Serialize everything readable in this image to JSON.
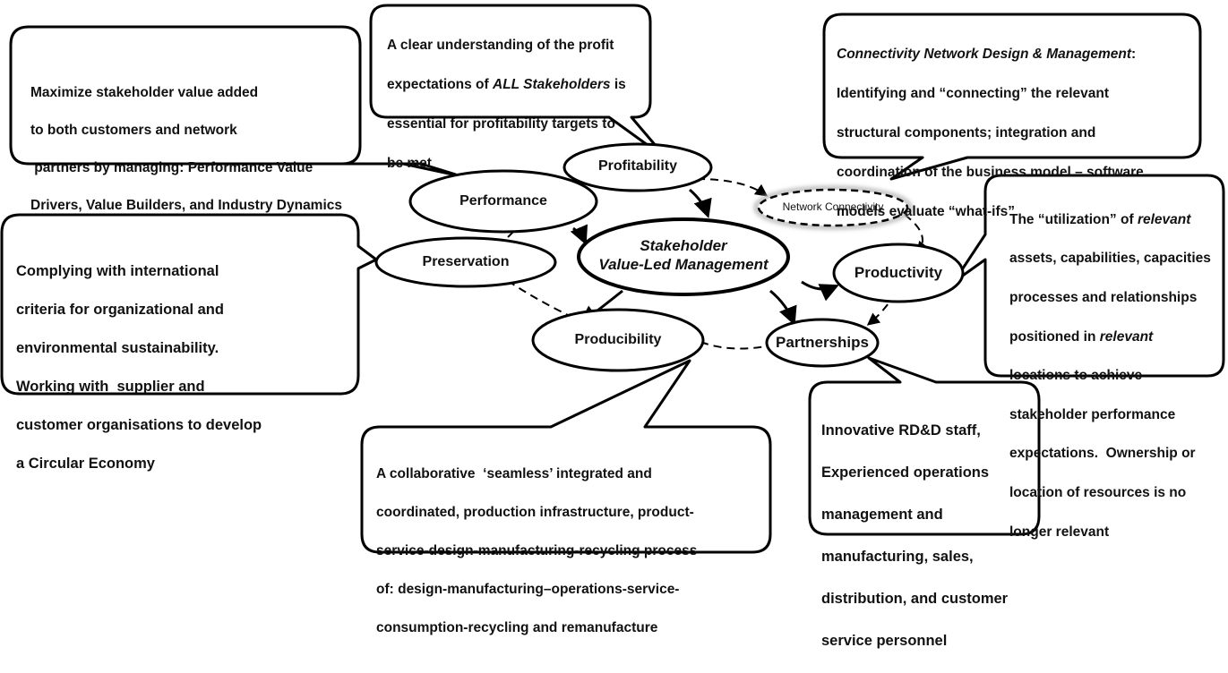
{
  "center": {
    "line1": "Stakeholder",
    "line2": "Value-Led Management"
  },
  "nodes": {
    "profitability": "Profitability",
    "performance": "Performance",
    "network_connectivity": "Network Connectivity",
    "preservation": "Preservation",
    "productivity": "Productivity",
    "producibility": "Producibility",
    "partnerships": "Partnerships"
  },
  "callouts": {
    "performance": {
      "line1": "Maximize stakeholder value added",
      "line2": "to both customers and network",
      "line3": " partners by managing: Performance Value",
      "line4": "Drivers, Value Builders, and Industry Dynamics"
    },
    "profitability": {
      "line1": "A clear understanding of the profit",
      "line2_prefix": "expectations of ",
      "line2_italic": "ALL Stakeholders",
      "line2_suffix": " is",
      "line3": "essential for profitability targets to",
      "line4": "be met"
    },
    "connectivity": {
      "line1_italic": "Connectivity Network Design & Management",
      "line1_suffix": ":",
      "line2": "Identifying and “connecting” the relevant",
      "line3": "structural components; integration and",
      "line4": "coordination of the business model – software",
      "line5": "models evaluate “what-ifs”"
    },
    "preservation": {
      "line1": "Complying with international",
      "line2": "criteria for organizational and",
      "line3": "environmental sustainability.",
      "line4": "Working with  supplier and",
      "line5": "customer organisations to develop",
      "line6": "a Circular Economy"
    },
    "productivity": {
      "line1_prefix": "The “utilization” of ",
      "line1_italic": "relevant",
      "line2": "assets, capabilities, capacities",
      "line3": "processes and relationships",
      "line4_prefix": "positioned in ",
      "line4_italic": "relevant",
      "line5": "locations to achieve",
      "line6": "stakeholder performance",
      "line7": "expectations.  Ownership or",
      "line8": "location of resources is no",
      "line9": "longer relevant"
    },
    "producibility": {
      "line1": "A collaborative  ‘seamless’ integrated and",
      "line2": "coordinated, production infrastructure, product-",
      "line3": "service-design-manufacturing-recycling process",
      "line4": "of: design-manufacturing–operations-service-",
      "line5": "consumption-recycling and remanufacture"
    },
    "partnerships": {
      "line1": "Innovative RD&D staff,",
      "line2": "Experienced operations",
      "line3": "management and",
      "line4": "manufacturing, sales,",
      "line5": "distribution, and customer",
      "line6": "service personnel"
    }
  },
  "colors": {
    "stroke": "#000000",
    "fill": "#ffffff",
    "text": "#111111"
  }
}
